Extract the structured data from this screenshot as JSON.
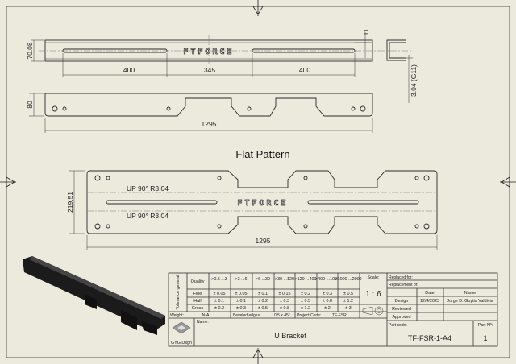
{
  "drawing": {
    "logo_text": "FTFORCE",
    "top_view": {
      "height_dim": "70.08",
      "slot_left": "400",
      "slot_gap": "345",
      "slot_right": "400",
      "flange_dim": "11"
    },
    "side_view": {
      "thickness_dim": "3.04 (G11)"
    },
    "front_view": {
      "height_dim": "80",
      "length_dim": "1295"
    },
    "flat_pattern": {
      "title": "Flat Pattern",
      "bend_top": "UP 90° R3.04",
      "bend_bottom": "UP 90° R3.04",
      "width_dim": "219.51",
      "length_dim": "1295"
    }
  },
  "title_block": {
    "tolerance_label": "Tolerance general",
    "quality_label": "Quality",
    "ranges": [
      ">0.5 ...3",
      ">3 ...6",
      ">6 ...30",
      ">30 ...120",
      ">120 ...400",
      ">400 ...1000",
      ">1000 ...2000"
    ],
    "rows": [
      {
        "label": "Fine",
        "values": [
          "± 0.05",
          "± 0.05",
          "± 0.1",
          "± 0.15",
          "± 0.2",
          "± 0.3",
          "± 0.5"
        ]
      },
      {
        "label": "Half",
        "values": [
          "± 0.1",
          "± 0.1",
          "± 0.2",
          "± 0.3",
          "± 0.5",
          "± 0.8",
          "± 1.2"
        ]
      },
      {
        "label": "Gross",
        "values": [
          "± 0.2",
          "± 0.3",
          "± 0.5",
          "± 0.8",
          "± 1.2",
          "± 2",
          "± 3"
        ]
      }
    ],
    "scale_label": "Scale:",
    "scale_value": "1 : 6",
    "weight_label": "Weight:",
    "weight_value": "N/A",
    "beveled_label": "Beveled edges:",
    "beveled_value": "0.5 x 45°",
    "project_label": "Project Code:",
    "project_value": "TF-FSR",
    "name_label": "Name:",
    "name_value": "U Bracket",
    "company_logo_text": "GYG Dsgn",
    "replaced_for_label": "Replaced for:",
    "replacement_of_label": "Replacement of:",
    "date_header": "Date",
    "name_header": "Name",
    "design_label": "Design",
    "design_date": "12/4/2023",
    "design_name": "Jorge D. Goytia Valdivia",
    "reviewed_label": "Reviewed",
    "approved_label": "Approved",
    "part_code_label": "Part code:",
    "part_code_value": "TF-FSR-1-A4",
    "part_no_label": "Part Nº:",
    "part_no_value": "1"
  }
}
